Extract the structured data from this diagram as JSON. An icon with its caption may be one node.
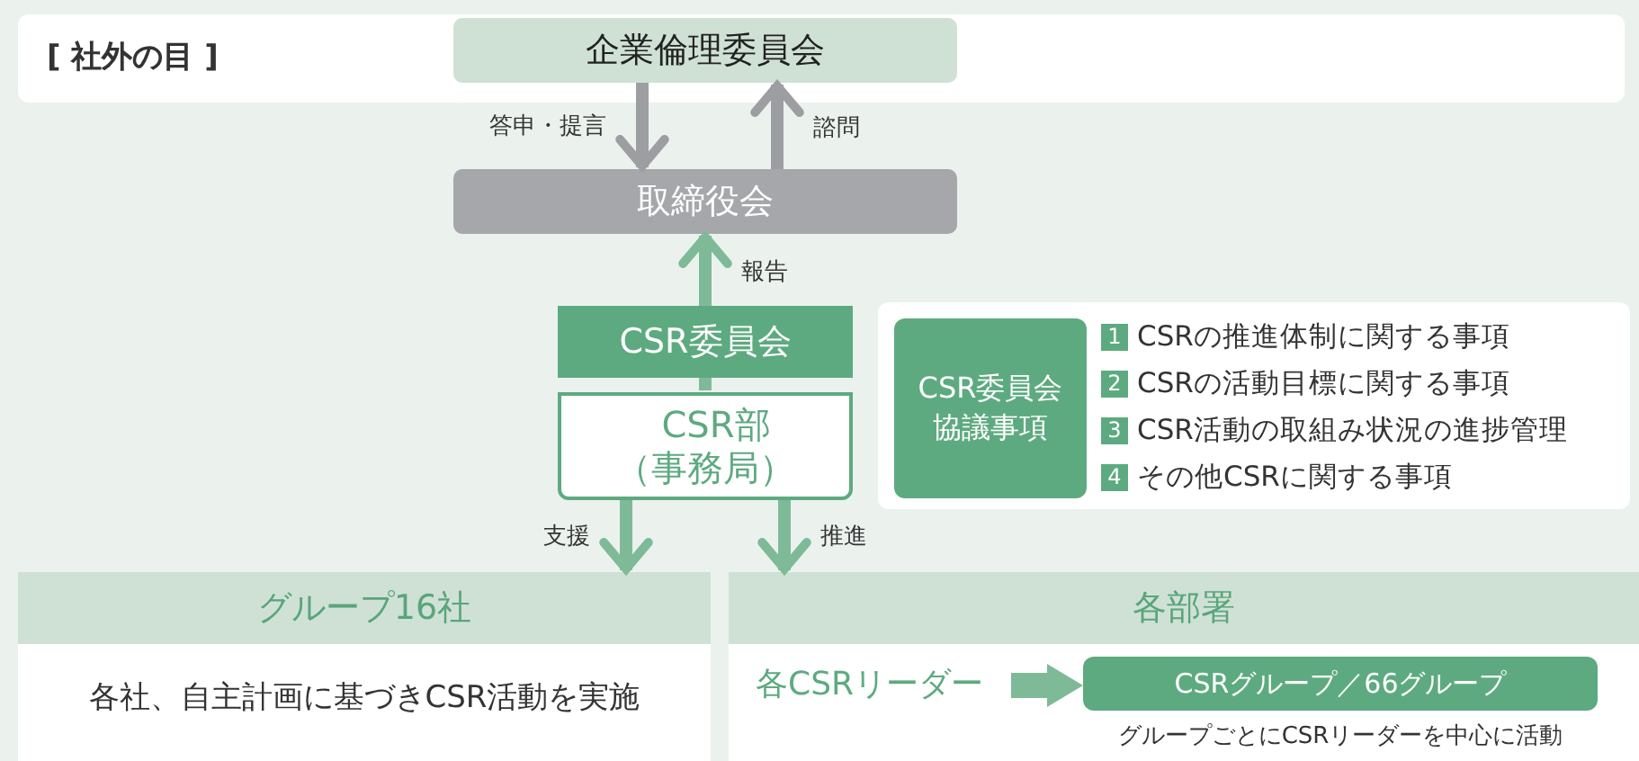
{
  "diagram": {
    "nodes": [
      {
        "text": [
          "[ 社外の目 ]"
        ]
      },
      {
        "text": [
          "企業倫理委員会"
        ],
        "in": 0
      },
      {
        "text": [
          "取締役会"
        ]
      },
      {
        "text": [
          "CSR委員会"
        ]
      },
      {
        "text": [
          "CSR部（事務局）"
        ]
      },
      {
        "text": [
          "1",
          "CSRの推進体制に関する事項",
          "2",
          "CSRの活動目標に関する事項",
          "3",
          "CSR活動の取組み状況の進捗管理",
          "4",
          "その他CSRに関する事項"
        ]
      },
      {
        "text": [
          "CSR委員会協議事項"
        ],
        "in": 5
      },
      {
        "text": [
          "グループ16社",
          "各社、自主計画に基づきCSR活動を実施"
        ]
      },
      {
        "text": [
          "各部署"
        ]
      },
      {
        "text": [
          "各CSRリーダー"
        ],
        "in": 8
      },
      {
        "text": [
          "CSRグループ／66グループ"
        ],
        "in": 8,
        "beside": [
          "グループごとにCSRリーダーを中心に活動"
        ]
      }
    ],
    "edges": [
      {
        "from": 1,
        "to": 2,
        "arrow": "to",
        "label": "答申・提言",
        "color": "#9d9ea2"
      },
      {
        "from": 2,
        "to": 1,
        "arrow": "to",
        "label": "諮問",
        "color": "#9d9ea2"
      },
      {
        "from": 3,
        "to": 2,
        "arrow": "to",
        "label": "報告"
      },
      {
        "from": 3,
        "to": 4,
        "arrow": "none"
      },
      {
        "from": 4,
        "to": 7,
        "arrow": "to",
        "label": "支援"
      },
      {
        "from": 4,
        "to": 8,
        "arrow": "to",
        "label": "推進"
      },
      {
        "from": 9,
        "to": 10,
        "arrow": "to",
        "style": "thick"
      }
    ]
  }
}
